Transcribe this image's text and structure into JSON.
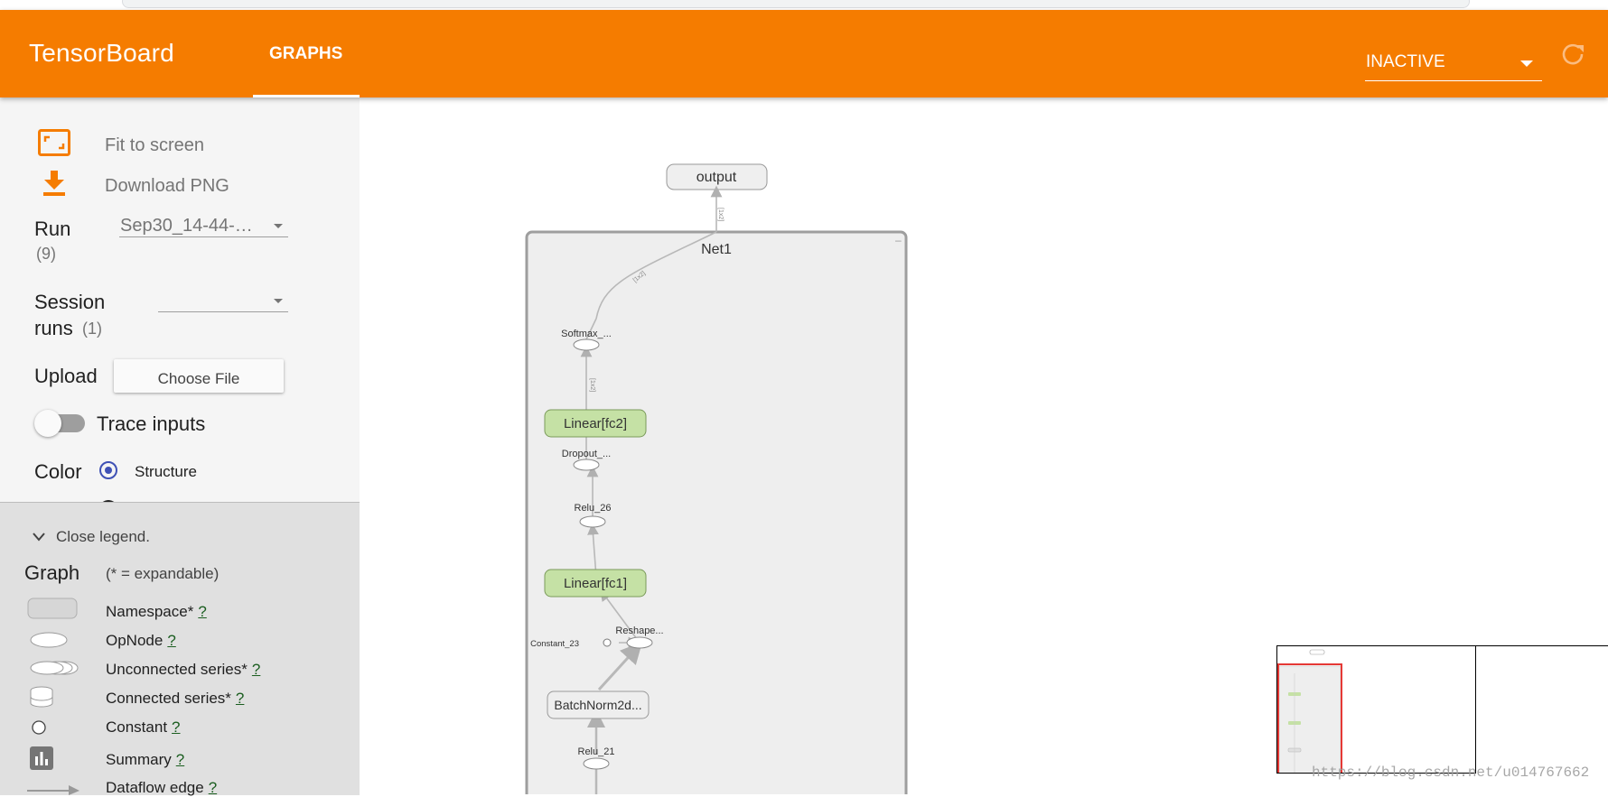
{
  "header": {
    "brand": "TensorBoard",
    "tab_label": "GRAPHS",
    "run_status": "INACTIVE"
  },
  "sidebar": {
    "fit_to_screen": "Fit to screen",
    "download_png": "Download PNG",
    "run_label": "Run",
    "run_count": "(9)",
    "run_value": "Sep30_14-44-…",
    "session_label_line1": "Session",
    "session_label_line2": "runs",
    "session_count": "(1)",
    "upload_label": "Upload",
    "choose_file": "Choose File",
    "trace_inputs": "Trace inputs",
    "color_label": "Color",
    "color_option_structure": "Structure"
  },
  "legend": {
    "toggle": "Close legend.",
    "graph_label": "Graph",
    "expandable_note": "(* = expandable)",
    "help": "?",
    "items": [
      {
        "label": "Namespace*"
      },
      {
        "label": "OpNode"
      },
      {
        "label": "Unconnected series*"
      },
      {
        "label": "Connected series*"
      },
      {
        "label": "Constant"
      },
      {
        "label": "Summary"
      },
      {
        "label": "Dataflow edge"
      }
    ]
  },
  "graph": {
    "output_node": "output",
    "namespace": "Net1",
    "nodes": {
      "softmax": "Softmax_...",
      "fc2": "Linear[fc2]",
      "dropout": "Dropout_...",
      "relu26": "Relu_26",
      "fc1": "Linear[fc1]",
      "reshape": "Reshape...",
      "constant23": "Constant_23",
      "batchnorm": "BatchNorm2d...",
      "relu21": "Relu_21"
    },
    "colors": {
      "namespace_fill": "#eeeeee",
      "module_fill": "#c5e1a5",
      "module_stroke": "#7a9a5a",
      "edge": "#b0b0b0"
    }
  },
  "watermark": "https://blog.csdn.net/u014767662",
  "colors": {
    "accent": "#f57c00",
    "radio": "#3f51b5",
    "help_link": "#1b5e20"
  }
}
